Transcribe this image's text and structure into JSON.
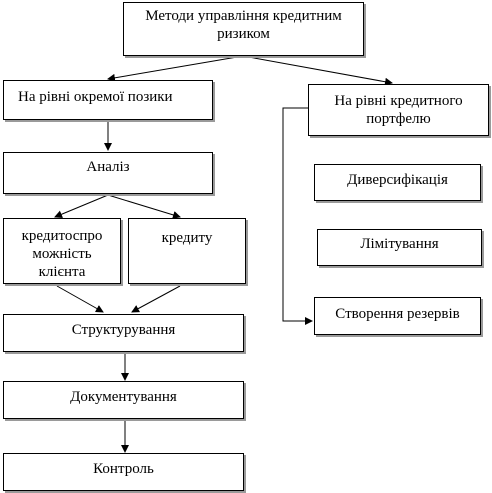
{
  "nodes": {
    "root": [
      "Методи управління кредитним",
      "ризиком"
    ],
    "loan_level": "На рівні окремої позики",
    "portfolio_level": [
      "На рівні кредитного",
      "портфелю"
    ],
    "analysis": "Аналіз",
    "creditworthiness": [
      "кредитоспро",
      "можність",
      "клієнта"
    ],
    "credit": "кредиту",
    "diversification": "Диверсифікація",
    "limiting": "Лімітування",
    "reserves": "Створення резервів",
    "structuring": "Структурування",
    "documenting": "Документування",
    "control": "Контроль"
  },
  "colors": {
    "line": "#000000",
    "shadow": "#9a9a9a",
    "background": "#ffffff"
  }
}
